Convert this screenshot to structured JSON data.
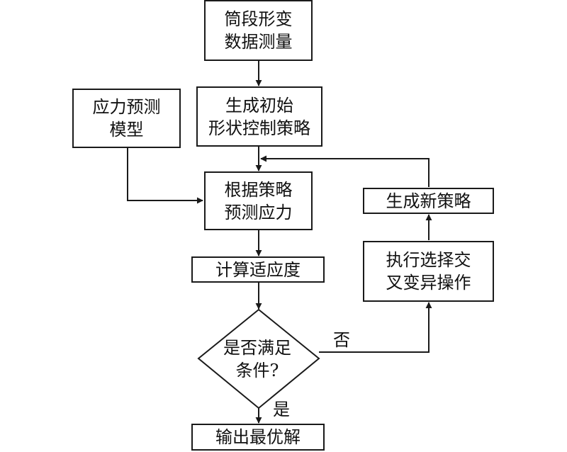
{
  "nodes": {
    "measure": {
      "lines": [
        "筒段形变",
        "数据测量"
      ]
    },
    "stress_model": {
      "lines": [
        "应力预测",
        "模型"
      ]
    },
    "init_strategy": {
      "lines": [
        "生成初始",
        "形状控制策略"
      ]
    },
    "predict": {
      "lines": [
        "根据策略",
        "预测应力"
      ]
    },
    "fitness": {
      "lines": [
        "计算适应度"
      ]
    },
    "decision": {
      "lines": [
        "是否满足",
        "条件?"
      ]
    },
    "output": {
      "lines": [
        "输出最优解"
      ]
    },
    "operate": {
      "lines": [
        "执行选择交",
        "叉变异操作"
      ]
    },
    "new_strategy": {
      "lines": [
        "生成新策略"
      ]
    }
  },
  "edges": {
    "no_label": "否",
    "yes_label": "是"
  },
  "colors": {
    "line": "#1a1a1a",
    "text": "#111111",
    "background": "#ffffff"
  }
}
